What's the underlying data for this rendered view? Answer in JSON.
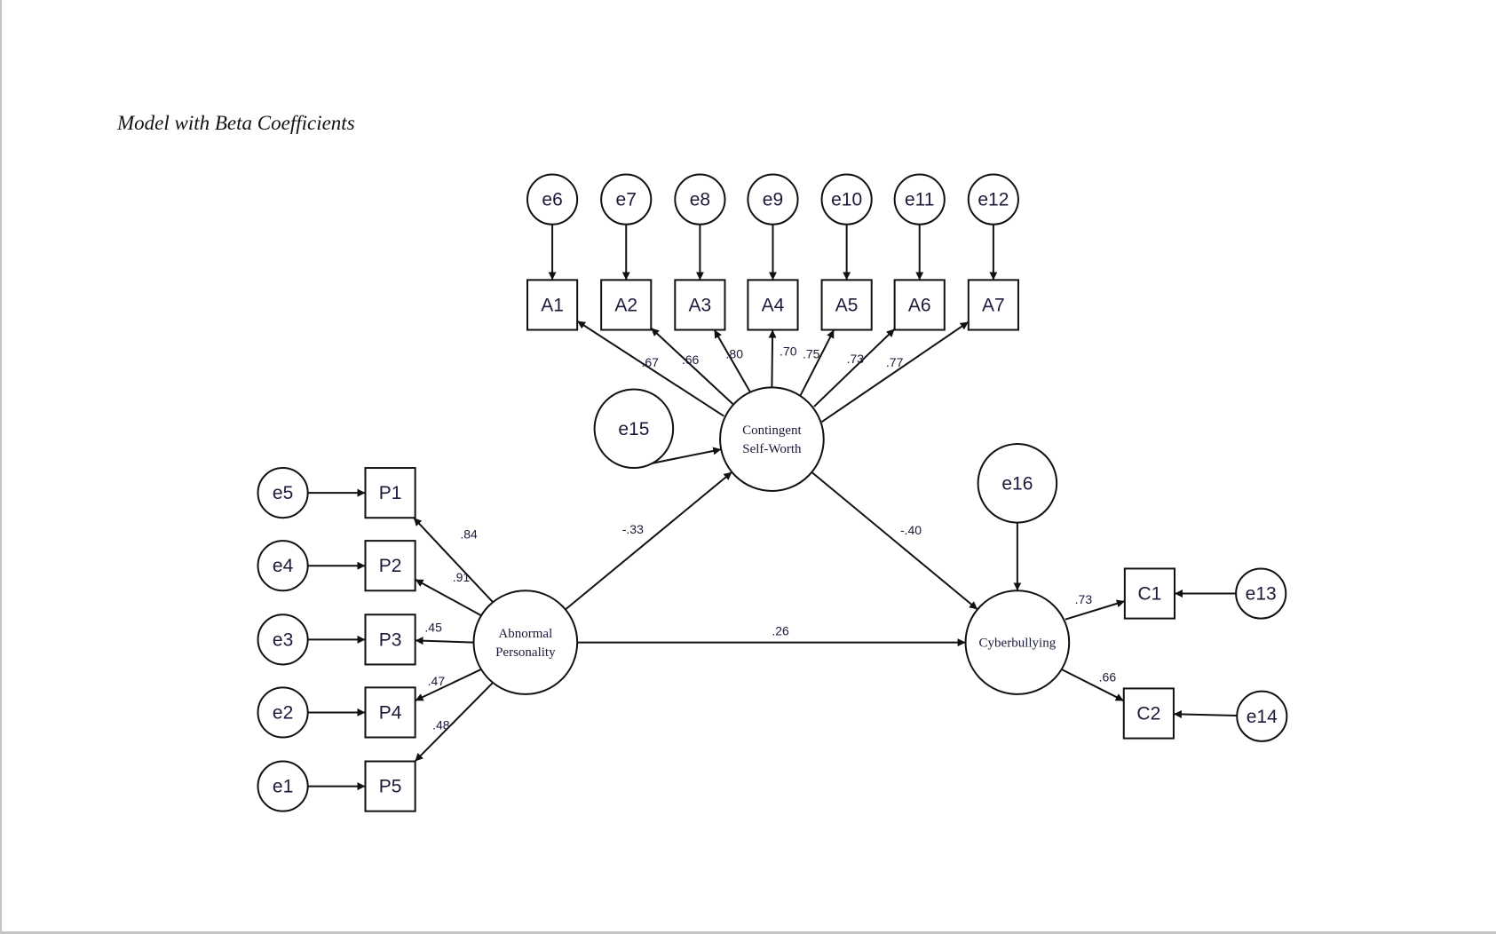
{
  "caption": "Model with Beta Coefficients",
  "diagram": {
    "type": "structural-equation-model",
    "latents": [
      {
        "id": "AP",
        "label_lines": [
          "Abnormal",
          "Personality"
        ]
      },
      {
        "id": "CSW",
        "label_lines": [
          "Contingent",
          "Self-Worth"
        ]
      },
      {
        "id": "CB",
        "label_lines": [
          "Cyberbullying"
        ]
      }
    ],
    "indicators": [
      "P1",
      "P2",
      "P3",
      "P4",
      "P5",
      "A1",
      "A2",
      "A3",
      "A4",
      "A5",
      "A6",
      "A7",
      "C1",
      "C2"
    ],
    "errors": [
      "e1",
      "e2",
      "e3",
      "e4",
      "e5",
      "e6",
      "e7",
      "e8",
      "e9",
      "e10",
      "e11",
      "e12",
      "e13",
      "e14",
      "e15",
      "e16"
    ],
    "loadings": [
      {
        "from": "AP",
        "to": "P1",
        "value": ".84"
      },
      {
        "from": "AP",
        "to": "P2",
        "value": ".91"
      },
      {
        "from": "AP",
        "to": "P3",
        "value": ".45"
      },
      {
        "from": "AP",
        "to": "P4",
        "value": ".47"
      },
      {
        "from": "AP",
        "to": "P5",
        "value": ".48"
      },
      {
        "from": "CSW",
        "to": "A1",
        "value": ".67"
      },
      {
        "from": "CSW",
        "to": "A2",
        "value": ".66"
      },
      {
        "from": "CSW",
        "to": "A3",
        "value": ".80"
      },
      {
        "from": "CSW",
        "to": "A4",
        "value": ".70"
      },
      {
        "from": "CSW",
        "to": "A5",
        "value": ".75"
      },
      {
        "from": "CSW",
        "to": "A6",
        "value": ".73"
      },
      {
        "from": "CSW",
        "to": "A7",
        "value": ".77"
      },
      {
        "from": "CB",
        "to": "C1",
        "value": ".73"
      },
      {
        "from": "CB",
        "to": "C2",
        "value": ".66"
      }
    ],
    "paths": [
      {
        "from": "AP",
        "to": "CSW",
        "value": "-.33"
      },
      {
        "from": "CSW",
        "to": "CB",
        "value": "-.40"
      },
      {
        "from": "AP",
        "to": "CB",
        "value": ".26"
      }
    ],
    "error_links": [
      {
        "from": "e1",
        "to": "P5"
      },
      {
        "from": "e2",
        "to": "P4"
      },
      {
        "from": "e3",
        "to": "P3"
      },
      {
        "from": "e4",
        "to": "P2"
      },
      {
        "from": "e5",
        "to": "P1"
      },
      {
        "from": "e6",
        "to": "A1"
      },
      {
        "from": "e7",
        "to": "A2"
      },
      {
        "from": "e8",
        "to": "A3"
      },
      {
        "from": "e9",
        "to": "A4"
      },
      {
        "from": "e10",
        "to": "A5"
      },
      {
        "from": "e11",
        "to": "A6"
      },
      {
        "from": "e12",
        "to": "A7"
      },
      {
        "from": "e13",
        "to": "C1"
      },
      {
        "from": "e14",
        "to": "C2"
      },
      {
        "from": "e15",
        "to": "CSW"
      },
      {
        "from": "e16",
        "to": "CB"
      }
    ]
  }
}
